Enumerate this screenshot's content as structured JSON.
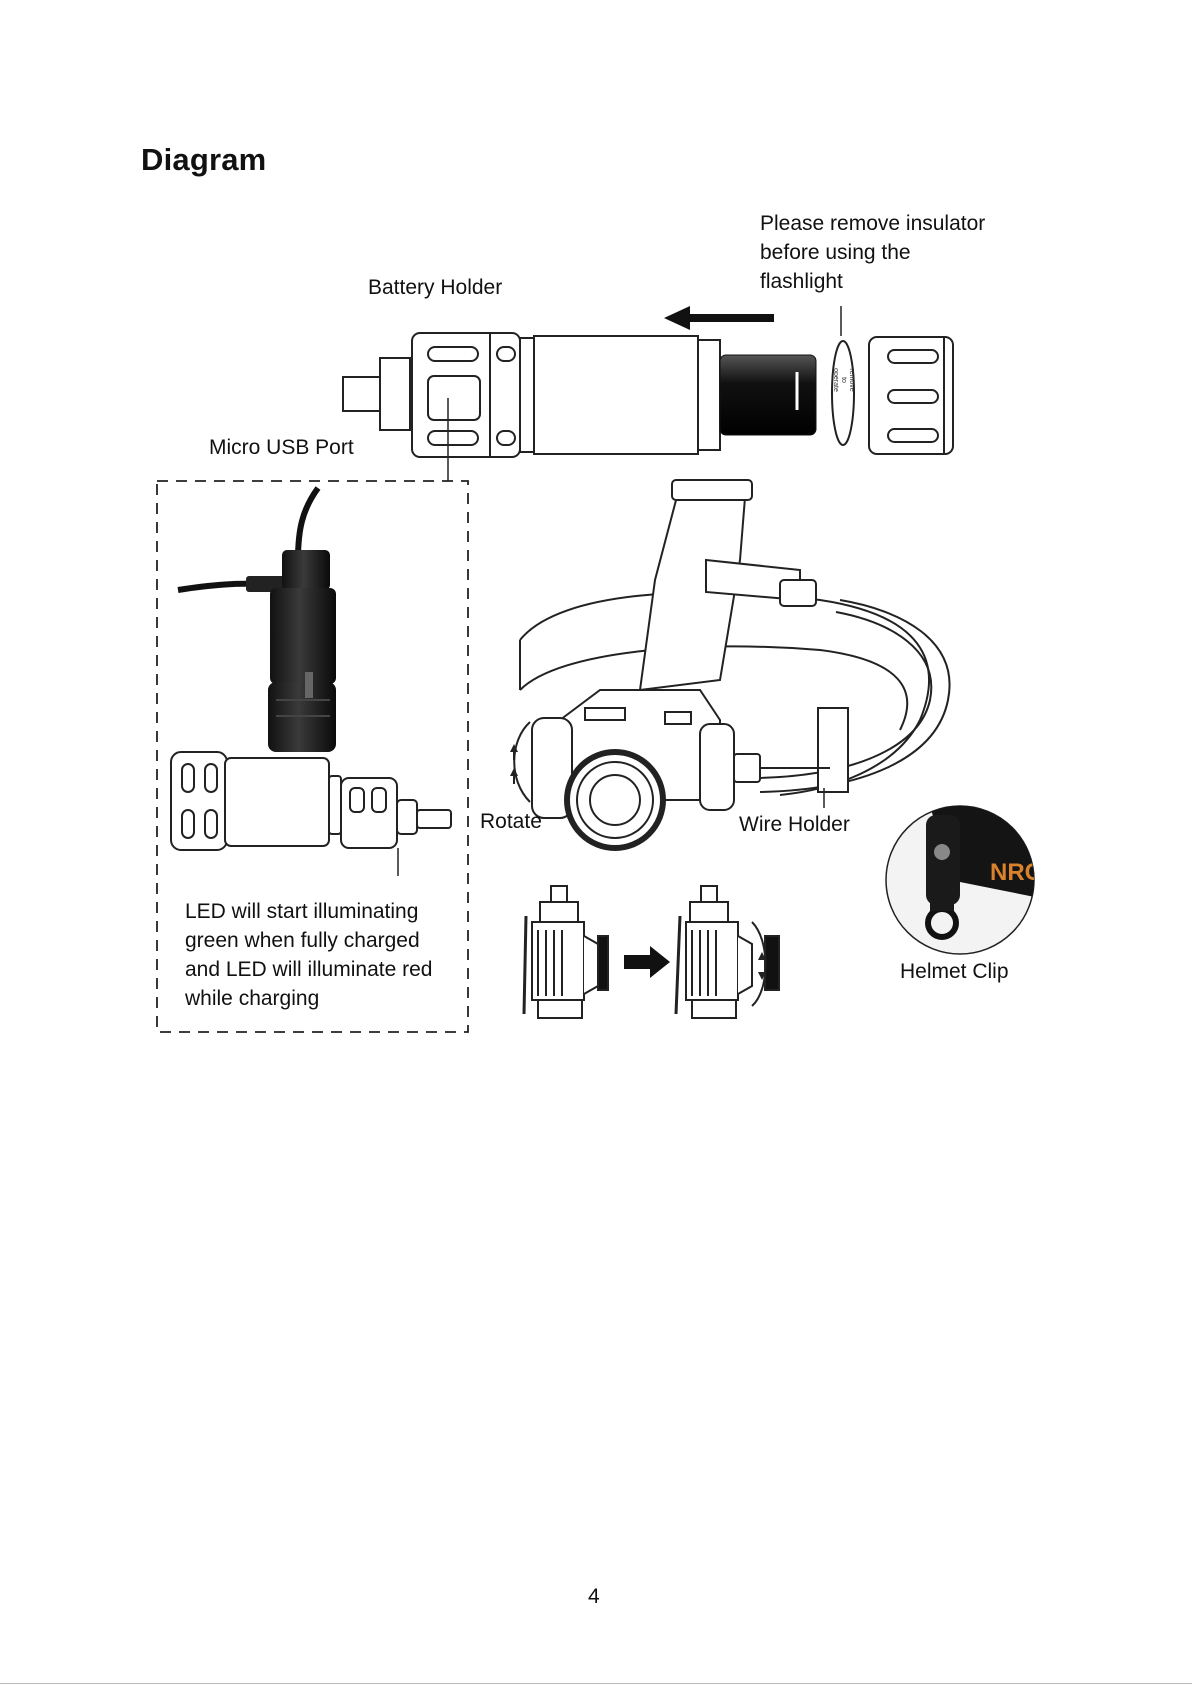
{
  "page": {
    "heading": "Diagram",
    "page_number": "4"
  },
  "labels": {
    "insulator": [
      "Please remove insulator",
      "before using the",
      "flashlight"
    ],
    "battery_holder": "Battery Holder",
    "micro_usb_port": "Micro USB Port",
    "rotate": "Rotate",
    "wire_holder": "Wire Holder",
    "helmet_clip": "Helmet Clip",
    "led_note": [
      "LED will start illuminating",
      "green when fully charged",
      "and LED will illuminate red",
      "while charging"
    ],
    "insulator_disc_text": [
      "remove",
      "to",
      "operate"
    ],
    "helmet_clip_logo": "NRC"
  },
  "colors": {
    "outline": "#222222",
    "logo_orange": "#d9822b"
  }
}
